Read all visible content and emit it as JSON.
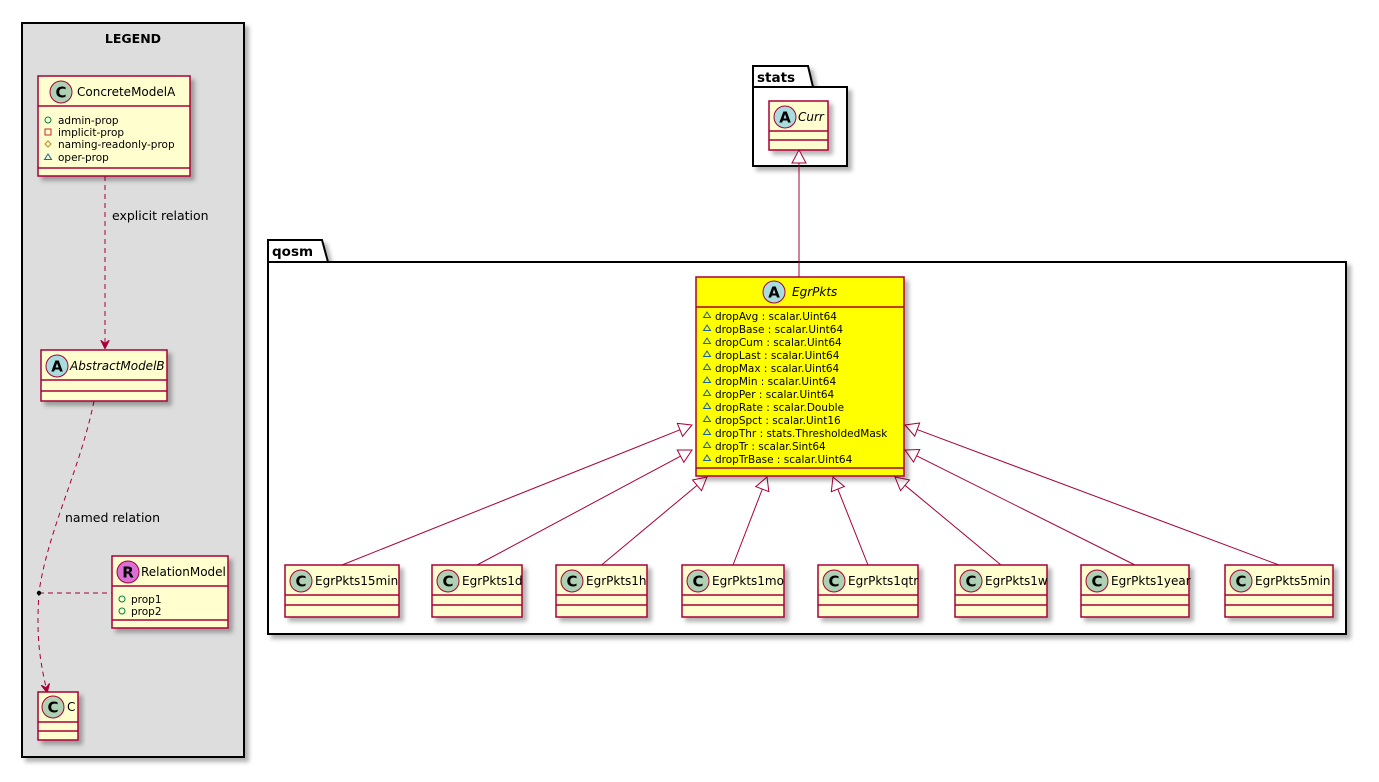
{
  "legend": {
    "title": "LEGEND",
    "concrete": {
      "stereotype": "C",
      "name": "ConcreteModelA",
      "props": [
        {
          "marker": "public",
          "text": "admin-prop"
        },
        {
          "marker": "private",
          "text": "implicit-prop"
        },
        {
          "marker": "protected",
          "text": "naming-readonly-prop"
        },
        {
          "marker": "package",
          "text": "oper-prop"
        }
      ]
    },
    "explicit_label": "explicit relation",
    "abstract": {
      "stereotype": "A",
      "name": "AbstractModelB"
    },
    "named_label": "named relation",
    "relation": {
      "stereotype": "R",
      "name": "RelationModel",
      "props": [
        {
          "marker": "public",
          "text": "prop1"
        },
        {
          "marker": "public",
          "text": "prop2"
        }
      ]
    },
    "c_class": {
      "stereotype": "C",
      "name": "C"
    }
  },
  "stats": {
    "package": "stats",
    "curr": {
      "stereotype": "A",
      "name": "Curr"
    }
  },
  "qosm": {
    "package": "qosm",
    "egr": {
      "stereotype": "A",
      "name": "EgrPkts",
      "attrs": [
        "dropAvg : scalar.Uint64",
        "dropBase : scalar.Uint64",
        "dropCum : scalar.Uint64",
        "dropLast : scalar.Uint64",
        "dropMax : scalar.Uint64",
        "dropMin : scalar.Uint64",
        "dropPer : scalar.Uint64",
        "dropRate : scalar.Double",
        "dropSpct : scalar.Uint16",
        "dropThr : stats.ThresholdedMask",
        "dropTr : scalar.Sint64",
        "dropTrBase : scalar.Uint64"
      ]
    },
    "children": [
      {
        "stereotype": "C",
        "name": "EgrPkts15min"
      },
      {
        "stereotype": "C",
        "name": "EgrPkts1d"
      },
      {
        "stereotype": "C",
        "name": "EgrPkts1h"
      },
      {
        "stereotype": "C",
        "name": "EgrPkts1mo"
      },
      {
        "stereotype": "C",
        "name": "EgrPkts1qtr"
      },
      {
        "stereotype": "C",
        "name": "EgrPkts1w"
      },
      {
        "stereotype": "C",
        "name": "EgrPkts1year"
      },
      {
        "stereotype": "C",
        "name": "EgrPkts5min"
      }
    ]
  },
  "colors": {
    "class_fill": "#FEFECE",
    "class_border": "#A80036",
    "highlight_fill": "#FFFF00",
    "legend_bg": "#DDDDDD",
    "circle_c": "#ADD1B2",
    "circle_a": "#A9DCDF",
    "circle_r": "#DA70D6",
    "edge": "#A80036"
  }
}
